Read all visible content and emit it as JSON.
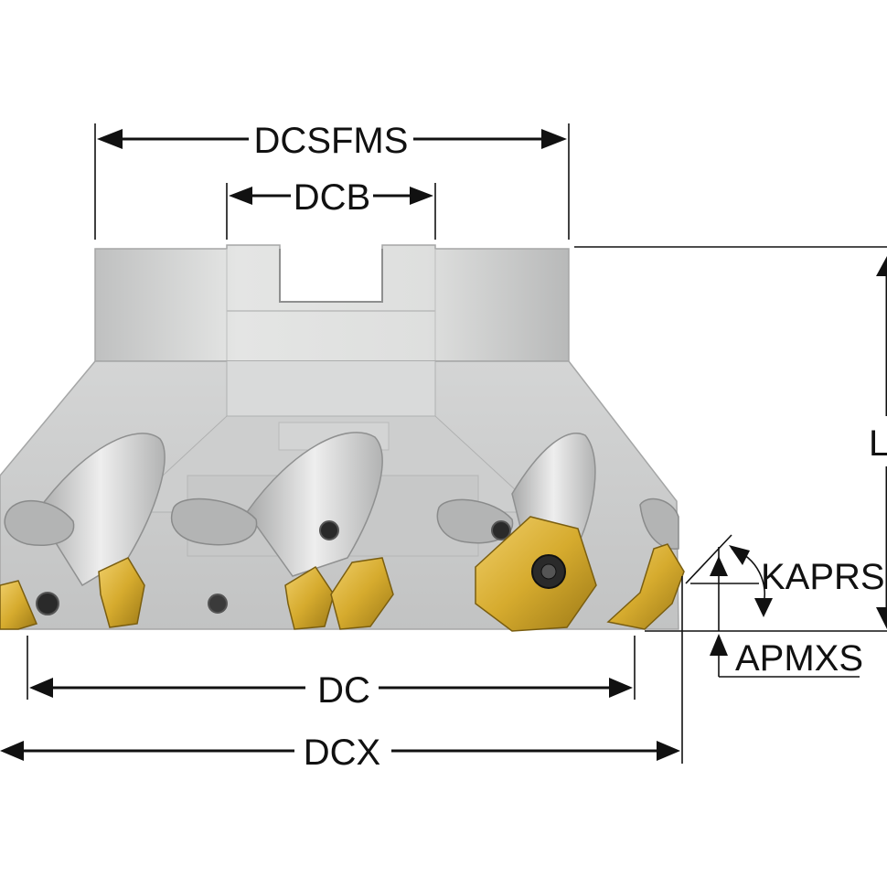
{
  "labels": {
    "dcsfms": "DCSFMS",
    "dcb": "DCB",
    "l": "L",
    "kaprs": "KAPRS",
    "apmxs": "APMXS",
    "dc": "DC",
    "dcx": "DCX"
  },
  "colors": {
    "body_light": "#e2e3e2",
    "body_mid": "#c9caca",
    "body_dark": "#a9aaaa",
    "insert_gold": "#d6ab2e",
    "insert_gold_dark": "#9d7a17",
    "screw_dark": "#2a2a2a",
    "ink": "#111111"
  }
}
